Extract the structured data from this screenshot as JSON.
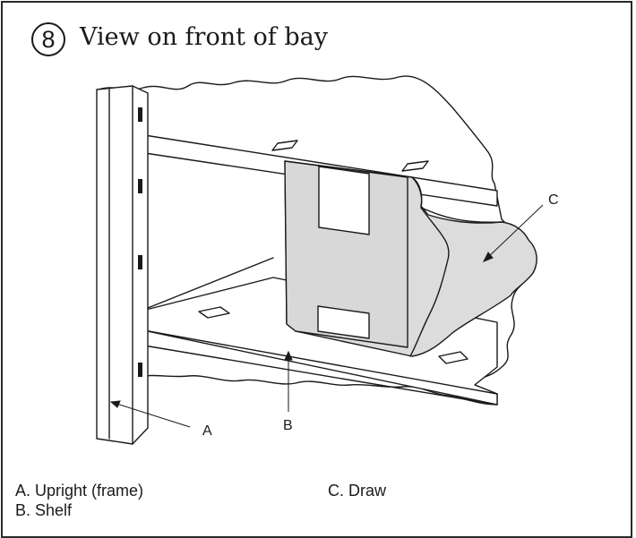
{
  "step": {
    "number": "8",
    "title": "View on front of bay"
  },
  "callouts": {
    "a": "A",
    "b": "B",
    "c": "C"
  },
  "legend": {
    "a": "A. Upright (frame)",
    "b": "B. Shelf",
    "c": "C. Draw"
  },
  "colors": {
    "line": "#1a1a1a",
    "drawer_fill": "#dcdcdc",
    "background": "#ffffff"
  }
}
